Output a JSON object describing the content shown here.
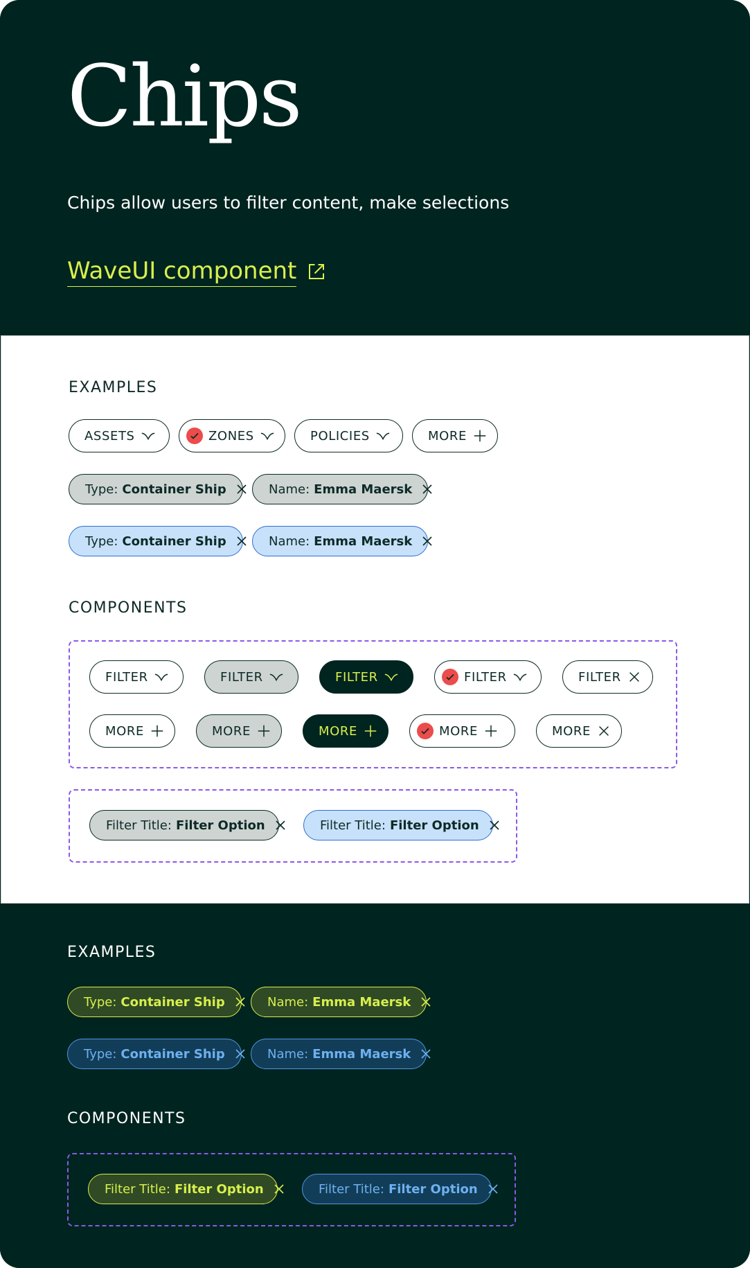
{
  "hero": {
    "title": "Chips",
    "description": "Chips allow users to filter content, make selections",
    "link_label": "WaveUI component"
  },
  "light": {
    "examples_label": "EXAMPLES",
    "components_label": "COMPONENTS",
    "example_chips": [
      {
        "label": "ASSETS"
      },
      {
        "label": "ZONES"
      },
      {
        "label": "POLICIES"
      },
      {
        "label": "MORE"
      }
    ],
    "filter_chips": [
      {
        "key": "Type:",
        "value": "Container Ship"
      },
      {
        "key": "Name:",
        "value": "Emma Maersk"
      }
    ],
    "component_filters": [
      "FILTER",
      "FILTER",
      "FILTER",
      "FILTER",
      "FILTER"
    ],
    "component_more": [
      "MORE",
      "MORE",
      "MORE",
      "MORE",
      "MORE"
    ],
    "component_kv": {
      "key": "Filter Title:",
      "value": "Filter Option"
    }
  },
  "dark": {
    "examples_label": "EXAMPLES",
    "components_label": "COMPONENTS",
    "filter_chips": [
      {
        "key": "Type:",
        "value": "Container Ship"
      },
      {
        "key": "Name:",
        "value": "Emma Maersk"
      }
    ],
    "component_kv": {
      "key": "Filter Title:",
      "value": "Filter Option"
    }
  },
  "icons": {
    "dropdown": "chevron-wave-down-icon",
    "add": "plus-icon",
    "remove": "close-icon",
    "check": "check-circle-icon",
    "external": "external-link-icon"
  },
  "colors": {
    "background_dark": "#00241f",
    "accent_lime": "#d8ef4e",
    "chip_grey": "#cdd4d2",
    "chip_blue": "#c8e1fb",
    "check_red": "#ec4c4c",
    "dashed_border": "#8b59e6"
  }
}
